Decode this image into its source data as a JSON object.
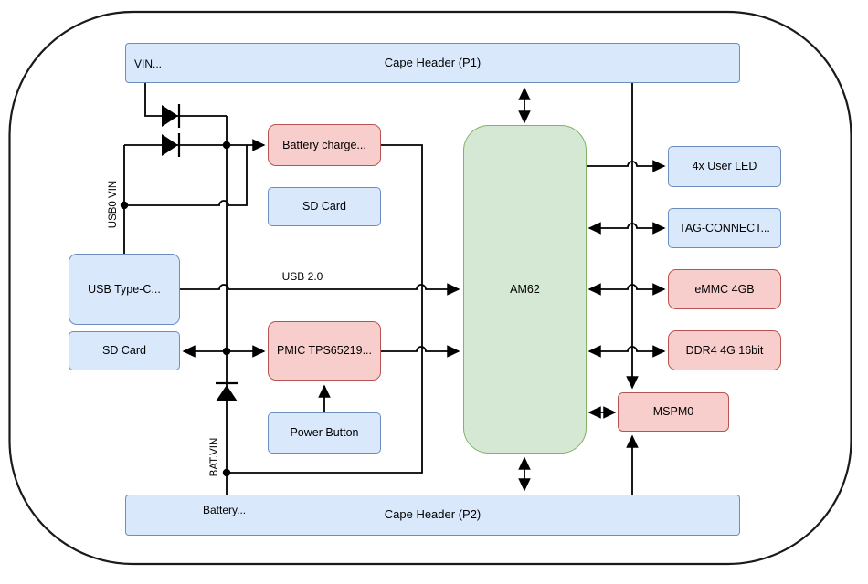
{
  "diagram": {
    "nodes": {
      "cape_header_p1": {
        "label": "Cape Header (P1)",
        "sublabel": "VIN..."
      },
      "cape_header_p2": {
        "label": "Cape Header (P2)",
        "sublabel": "Battery..."
      },
      "usb_type_c": {
        "label": "USB Type-C..."
      },
      "sd_card_left": {
        "label": "SD Card"
      },
      "battery_charger": {
        "label": "Battery charge..."
      },
      "sd_card_mid": {
        "label": "SD Card"
      },
      "pmic": {
        "label": "PMIC TPS65219..."
      },
      "power_button": {
        "label": "Power Button"
      },
      "am62": {
        "label": "AM62"
      },
      "user_led": {
        "label": "4x User LED"
      },
      "tag_connect": {
        "label": "TAG-CONNECT..."
      },
      "emmc": {
        "label": "eMMC 4GB"
      },
      "ddr4": {
        "label": "DDR4 4G 16bit"
      },
      "mspm0": {
        "label": "MSPM0"
      }
    },
    "wire_labels": {
      "usb0_vin": "USB0 VIN",
      "bat_vin": "BAT.VIN",
      "usb_2_0": "USB 2.0"
    },
    "palette": {
      "blue_fill": "#dae8fc",
      "blue_stroke": "#6c8ebf",
      "red_fill": "#f8cecc",
      "red_stroke": "#b85450",
      "green_fill": "#d5e8d4",
      "green_stroke": "#82b366",
      "wire": "#000000"
    }
  }
}
